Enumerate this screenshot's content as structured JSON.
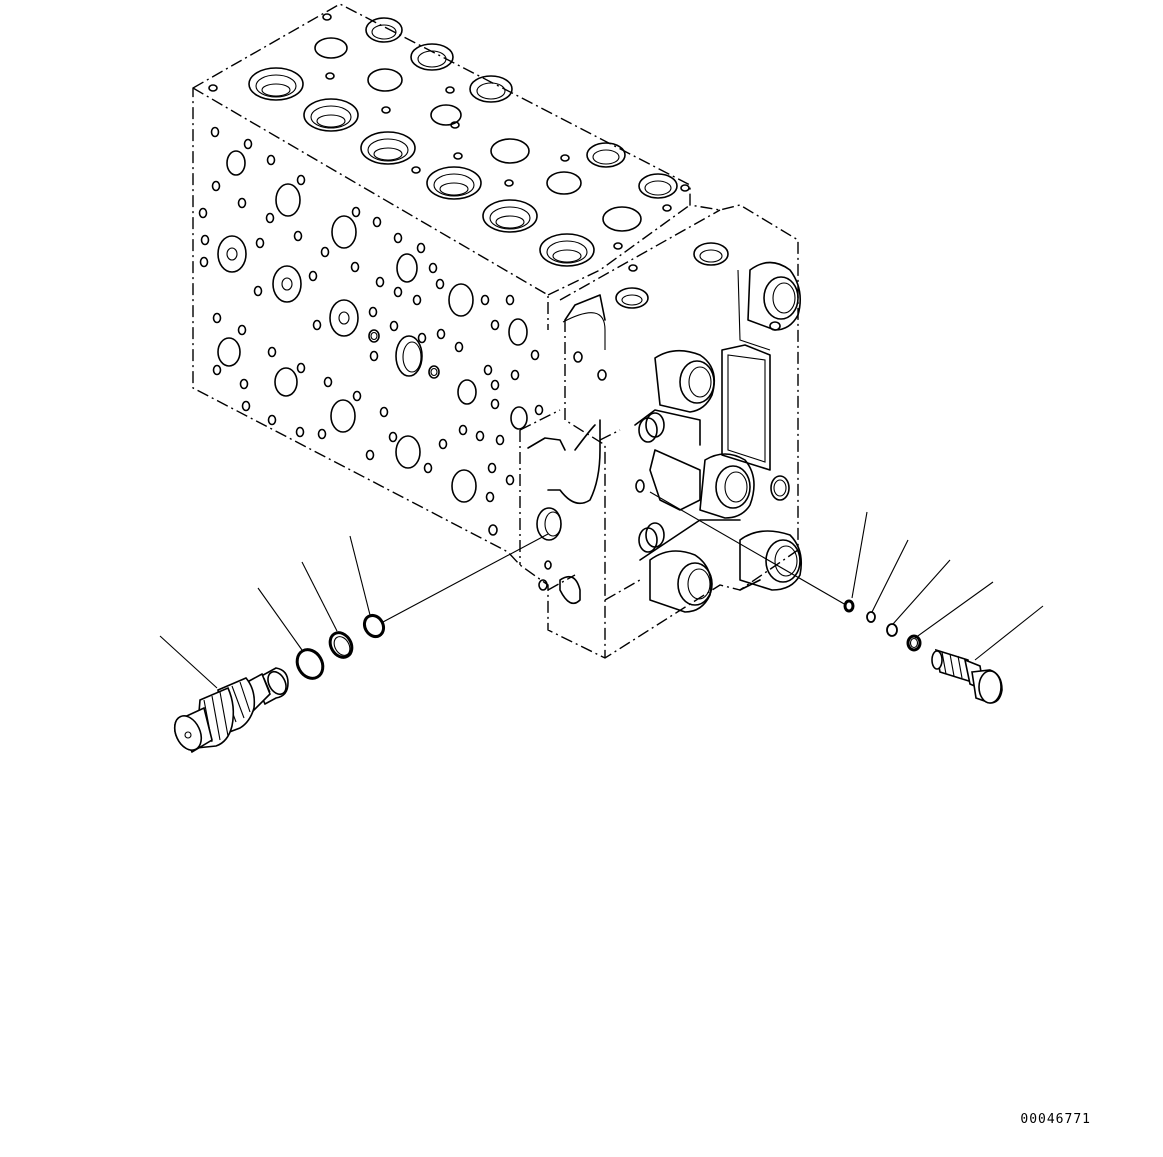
{
  "drawing": {
    "reference_number": "00046771",
    "parts": [
      "valve-body",
      "relief-valve",
      "backup-ring-large",
      "o-ring-large-1",
      "o-ring-large-2",
      "o-ring-small-1",
      "o-ring-small-2",
      "o-ring-small-3",
      "o-ring-small-4",
      "plug"
    ]
  }
}
